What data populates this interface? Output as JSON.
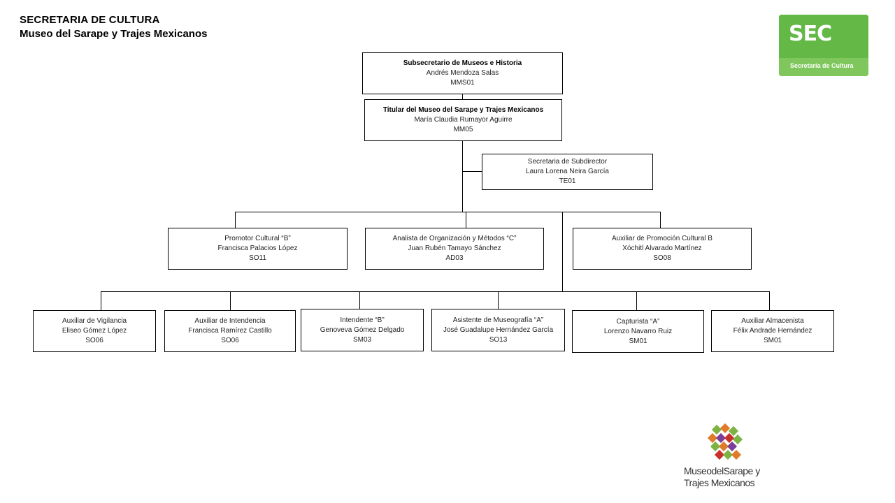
{
  "header": {
    "line1": "SECRETARIA DE CULTURA",
    "line2": "Museo del Sarape y Trajes Mexicanos"
  },
  "logos": {
    "sec_word": "SEC",
    "sec_sub": "Secretaría de Cultura",
    "museo_line1": "MuseodelSarape y",
    "museo_line2": "Trajes Mexicanos",
    "sec_color": "#63b846"
  },
  "org": {
    "top": {
      "title": "Subsecretario de Museos e Historia",
      "name": "Andrés Mendoza Salas",
      "code": "MMS01"
    },
    "head": {
      "title": "Titular del Museo del Sarape y Trajes Mexicanos",
      "name": "María Claudia Rumayor Aguirre",
      "code": "MM05"
    },
    "secretary": {
      "title": "Secretaria de Subdirector",
      "name": "Laura Lorena Neira García",
      "code": "TE01"
    },
    "level2": [
      {
        "title": "Promotor Cultural “B”",
        "name": "Francisca Palacios López",
        "code": "SO11"
      },
      {
        "title": "Analista de Organización y Métodos “C”",
        "name": "Juan Rubén Tamayo Sánchez",
        "code": "AD03"
      },
      {
        "title": "Auxiliar de  Promoción Cultural B",
        "name": "Xóchitl Alvarado Martínez",
        "code": "SO08"
      }
    ],
    "level3": [
      {
        "title": "Auxiliar de Vigilancia",
        "name": "Eliseo Gómez López",
        "code": "SO06"
      },
      {
        "title": "Auxiliar de Intendencia",
        "name": "Francisca  Ramírez Castillo",
        "code": "SO06"
      },
      {
        "title": "Intendente “B”",
        "name": "Genoveva Gómez Delgado",
        "code": "SM03"
      },
      {
        "title": "Asistente de Museografía “A”",
        "name": "José Guadalupe Hernández García",
        "code": "SO13"
      },
      {
        "title": "Capturista “A”",
        "name": "Lorenzo Navarro Ruiz",
        "code": "SM01"
      },
      {
        "title": "Auxiliar Almacenista",
        "name": "Félix Andrade Hernández",
        "code": "SM01"
      }
    ]
  }
}
